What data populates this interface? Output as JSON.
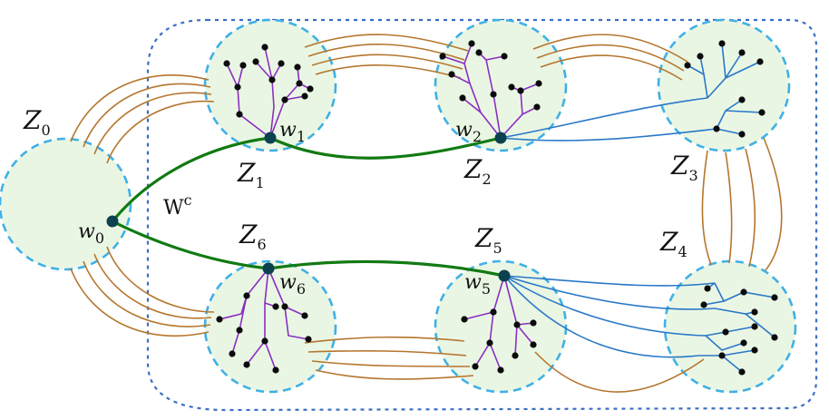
{
  "labels": {
    "z0": "Z",
    "z0_sub": "0",
    "z1": "Z",
    "z1_sub": "1",
    "z2": "Z",
    "z2_sub": "2",
    "z3": "Z",
    "z3_sub": "3",
    "z4": "Z",
    "z4_sub": "4",
    "z5": "Z",
    "z5_sub": "5",
    "z6": "Z",
    "z6_sub": "6",
    "w0": "w",
    "w0_sub": "0",
    "w1": "w",
    "w1_sub": "1",
    "w2": "w",
    "w2_sub": "2",
    "w5": "w",
    "w5_sub": "5",
    "w6": "w",
    "w6_sub": "6",
    "wc": "W",
    "wc_sup": "c"
  },
  "colors": {
    "zone_fill": "#eaf6e4",
    "zone_stroke": "#3fb0e6",
    "outer_boundary": "#3a6fc4",
    "main_path": "#127a12",
    "cross_edge": "#b5762e",
    "purple_tree": "#8a2fc0",
    "blue_tree": "#2878c8",
    "node": "#0b0b0b",
    "root_node": "#0c4150"
  }
}
